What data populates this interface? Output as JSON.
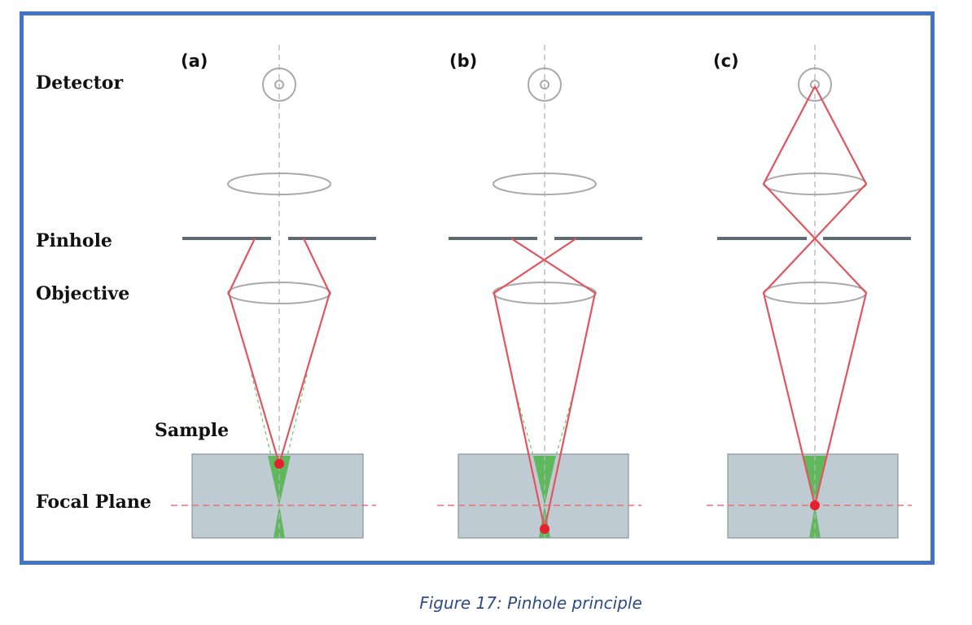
{
  "figure": {
    "row_labels": {
      "detector": "Detector",
      "pinhole": "Pinhole",
      "objective": "Objective",
      "sample": "Sample",
      "focal_plane": "Focal Plane"
    },
    "panels": [
      {
        "id": "a",
        "label": "(a)"
      },
      {
        "id": "b",
        "label": "(b)"
      },
      {
        "id": "c",
        "label": "(c)"
      }
    ],
    "caption": "Figure 17: Pinhole principle"
  },
  "colors": {
    "frame": "#4472c4",
    "ray": "#e1555f",
    "focus_spot": "#e81f2c",
    "cone": "#5fb85c",
    "sample": "#bfcbd2",
    "pinhole": "#5f6b72",
    "caption": "#2e4a8a"
  }
}
